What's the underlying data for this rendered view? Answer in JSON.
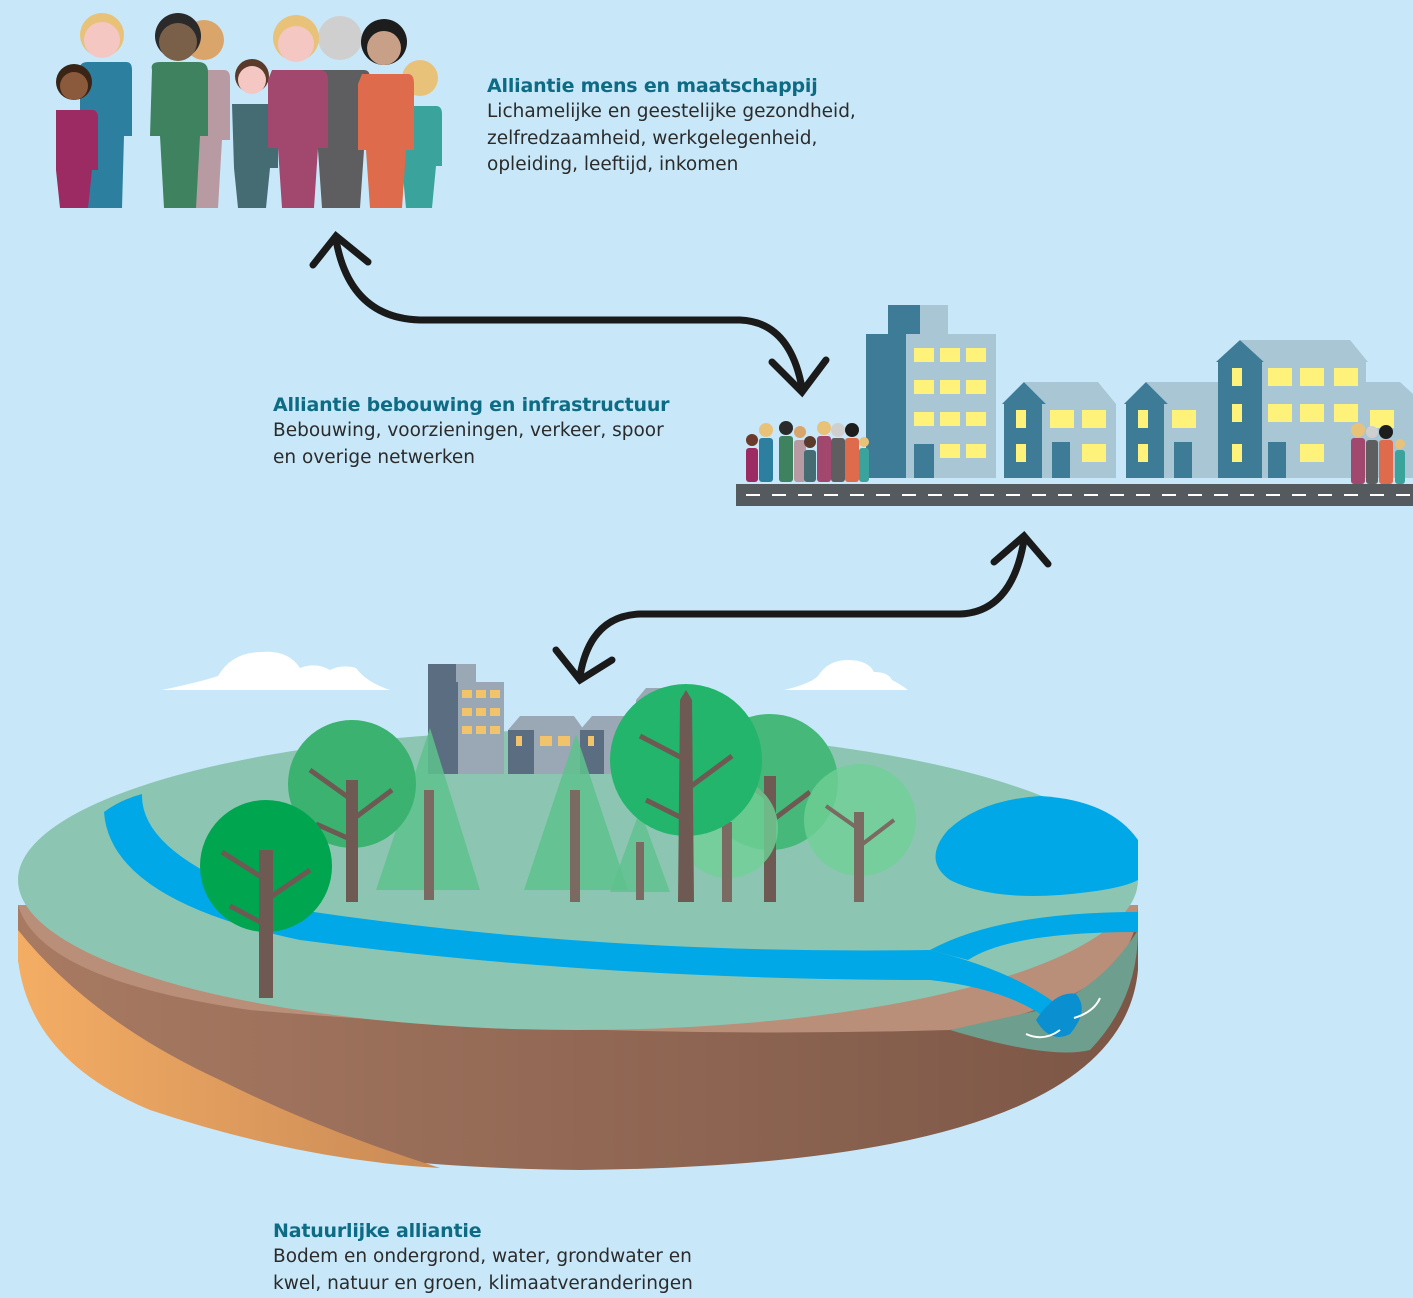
{
  "sections": {
    "mens": {
      "title": "Alliantie mens en maatschappij",
      "lines": [
        "Lichamelijke en geestelijke gezondheid,",
        "zelfredzaamheid, werkgelegenheid,",
        "opleiding, leeftijd, inkomen"
      ]
    },
    "bebouwing": {
      "title": "Alliantie bebouwing en infrastructuur",
      "lines": [
        "Bebouwing, voorzieningen, verkeer, spoor",
        "en overige netwerken"
      ]
    },
    "natuur": {
      "title": "Natuurlijke alliantie",
      "lines": [
        "Bodem en ondergrond, water, grondwater en",
        "kwel, natuur en groen, klimaatveranderingen"
      ]
    }
  },
  "colors": {
    "background": "#c8e8f9",
    "title": "#0d6b84",
    "body_text": "#2b2b2b",
    "arrow": "#1a1a1a",
    "water": "#00a8e8",
    "grass": "#8cc6b2",
    "soil": "#b98f7a",
    "sand": "#f2aa62"
  },
  "icons": [
    "people-group-icon",
    "city-block-icon",
    "landscape-disc-icon",
    "cloud-icon",
    "double-arrow-icon"
  ]
}
